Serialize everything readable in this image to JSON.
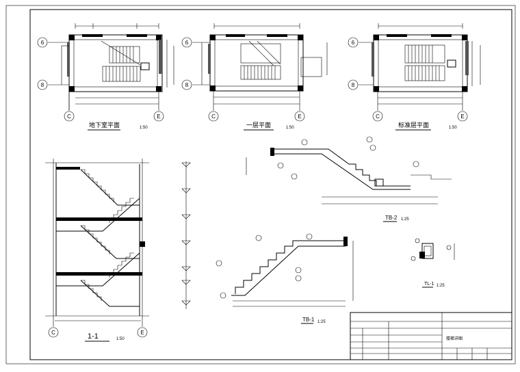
{
  "grid_labels": {
    "g6": "6",
    "g8": "8",
    "gc": "C",
    "ge": "E"
  },
  "plans": {
    "basement_title": "地下室平面",
    "first_title": "一层平面",
    "typical_title": "标准层平面",
    "scale": "1:50"
  },
  "section": {
    "title": "1-1",
    "scale": "1:50"
  },
  "details": {
    "tb2_title": "TB-2",
    "tb2_scale": "1:25",
    "tb1_title": "TB-1",
    "tb1_scale": "1:25",
    "tl1_title": "TL-1",
    "tl1_scale": "1:25"
  },
  "titleblock": {
    "drawing_name": "楼梯详图"
  }
}
